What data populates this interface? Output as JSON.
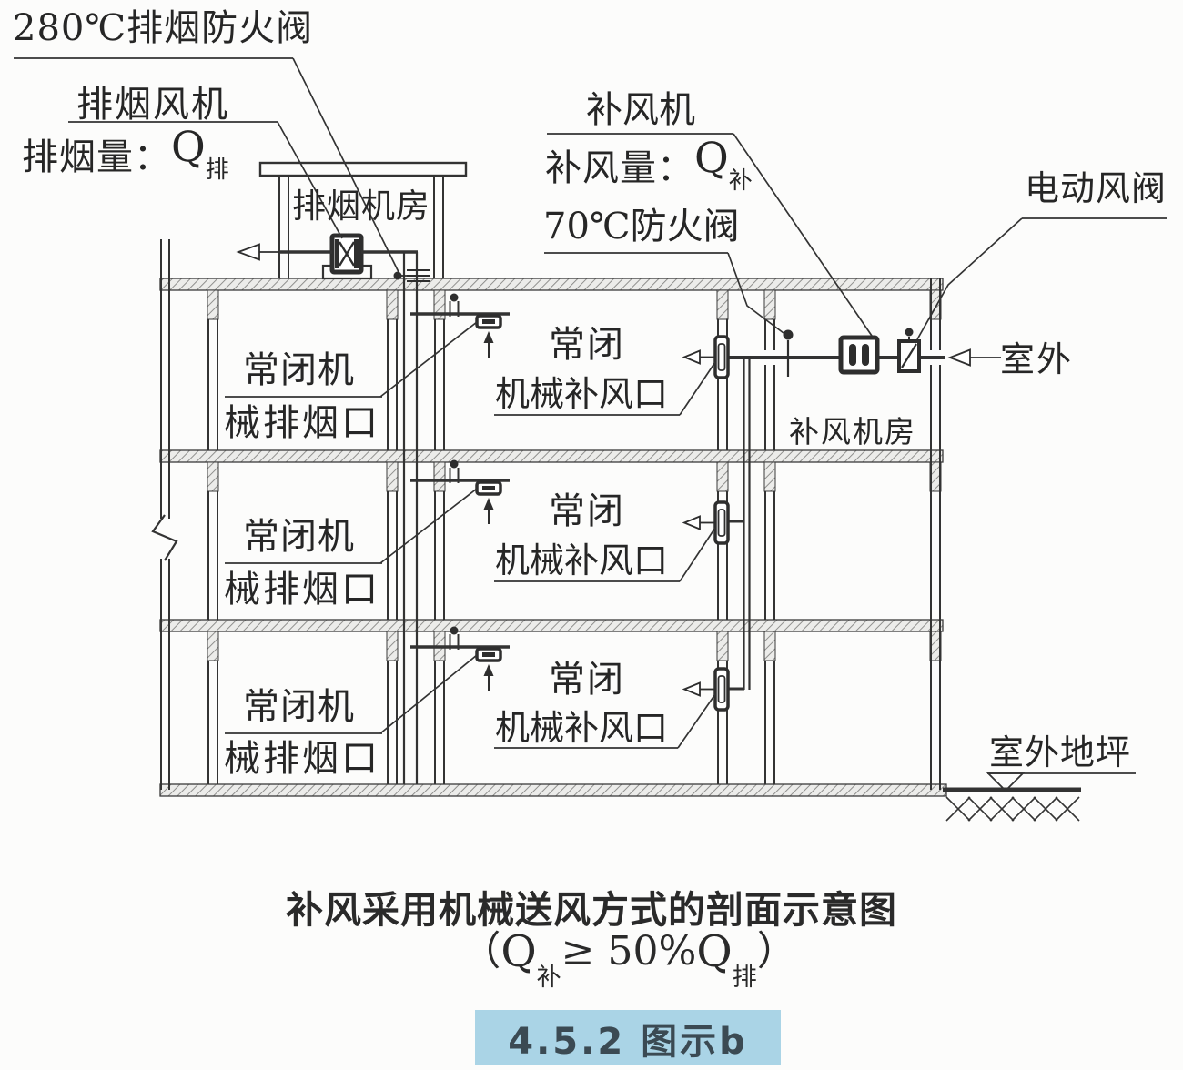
{
  "diagram": {
    "colors": {
      "paper": "#fcfcfb",
      "ink": "#2e2e2e",
      "hatch_line": "#8f8f8d",
      "hatch_bg": "#ececea",
      "badge_bg": "#aad4e6",
      "badge_fg": "#3b4a53"
    },
    "symbols": [
      "fan-icon",
      "fire-damper-icon",
      "motor-damper-icon",
      "flow-arrow-left-icon",
      "flow-arrow-up-icon",
      "ground-level-marker-icon",
      "section-break-icon",
      "soil-hatch-icon"
    ],
    "labels": {
      "damper280": "280℃排烟防火阀",
      "exhaust_fan": "排烟风机",
      "exhaust_volume": {
        "prefix": "排烟量：",
        "q": "Q",
        "sub": "排"
      },
      "exhaust_fan_room": "排烟机房",
      "supply_fan": "补风机",
      "supply_volume": {
        "prefix": "补风量：",
        "q": "Q",
        "sub": "补"
      },
      "damper70": "70℃防火阀",
      "motor_damper": "电动风阀",
      "outdoor": "室外",
      "supply_fan_room": "补风机房",
      "outdoor_ground": "室外地坪",
      "exhaust_outlet_line1": "常闭机",
      "exhaust_outlet_line2": "械排烟口",
      "supply_outlet_line1": "常闭",
      "supply_outlet_line2": "机械补风口"
    },
    "caption": {
      "title": "补风采用机械送风方式的剖面示意图",
      "formula": {
        "open": "（",
        "q1": "Q",
        "q1_sub": "补",
        "relation": " ≥ 50%",
        "q2": "Q",
        "q2_sub": "排",
        "close": "）"
      },
      "badge_text": "4.5.2 图示b"
    }
  }
}
